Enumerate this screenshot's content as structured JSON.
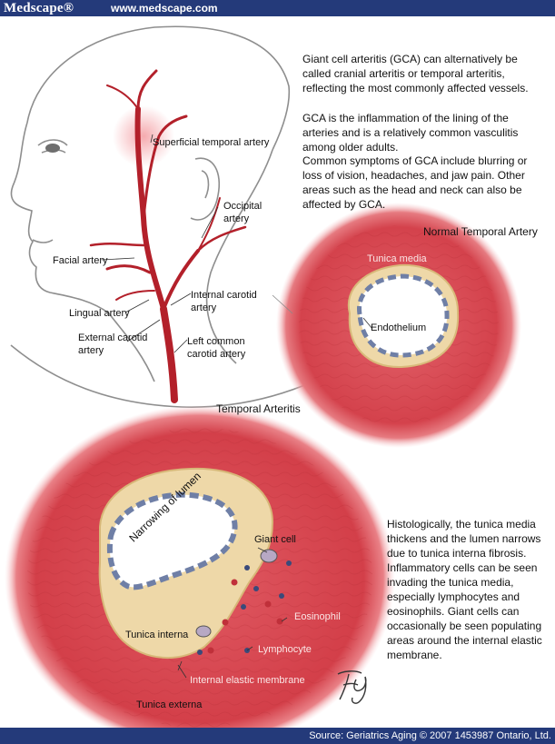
{
  "header": {
    "brand": "Medscape®",
    "url": "www.medscape.com"
  },
  "footer": {
    "source": "Source: Geriatrics Aging © 2007 1453987 Ontario, Ltd."
  },
  "intro": {
    "p1": "Giant cell arteritis (GCA) can alternatively be called cranial arteritis or temporal arteritis, reflecting the most commonly affected vessels.",
    "p2": "GCA is the inflammation of the lining of the arteries and is a relatively common vasculitis among older adults.",
    "p3": "Common symptoms of GCA include blurring or loss of vision, headaches, and jaw pain. Other areas such as the head and neck can also be affected by GCA."
  },
  "head_labels": {
    "superficial_temporal": "Superficial temporal artery",
    "occipital_1": "Occipital",
    "occipital_2": "artery",
    "facial": "Facial artery",
    "lingual": "Lingual artery",
    "internal_carotid_1": "Internal carotid",
    "internal_carotid_2": "artery",
    "external_carotid_1": "External carotid",
    "external_carotid_2": "artery",
    "left_common_carotid_1": "Left common",
    "left_common_carotid_2": "carotid artery"
  },
  "normal": {
    "title": "Normal Temporal Artery",
    "tunica_media": "Tunica media",
    "endothelium": "Endothelium"
  },
  "arteritis": {
    "title": "Temporal Arteritis",
    "narrowing": "Narrowing of lumen",
    "giant_cell": "Giant cell",
    "eosinophil": "Eosinophil",
    "tunica_interna": "Tunica interna",
    "lymphocyte": "Lymphocyte",
    "internal_elastic": "Internal elastic membrane",
    "tunica_externa": "Tunica externa"
  },
  "histology": {
    "text": "Histologically, the tunica media thickens and the lumen narrows due to tunica interna fibrosis. Inflammatory cells can be seen invading the tunica media, especially lymphocytes and eosinophils. Giant cells can occasionally be seen populating areas around the internal elastic membrane."
  },
  "colors": {
    "bar": "#243a7a",
    "artery": "#b3202a",
    "vessel_wall": "#d9535a",
    "interna": "#eed8a8",
    "endothelium": "#6f7fa6"
  }
}
